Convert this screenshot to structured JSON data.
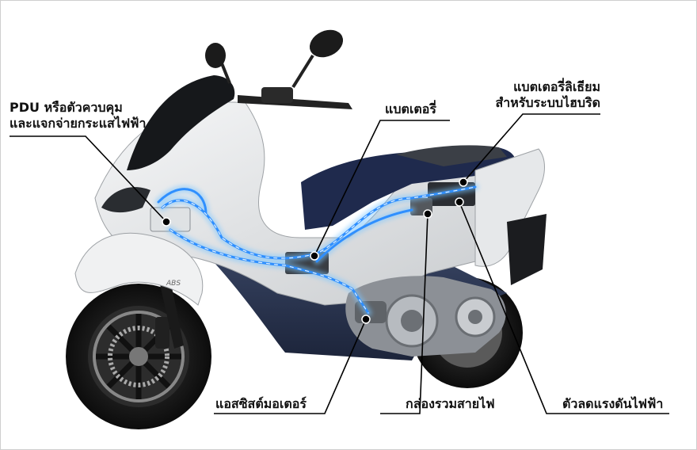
{
  "labels": {
    "pdu": [
      "PDU หรือตัวควบคุม",
      "และแจกจ่ายกระแสไฟฟ้า"
    ],
    "battery": "แบตเตอรี่",
    "lithium": [
      "แบตเตอรี่ลิเธียม",
      "สำหรับระบบไฮบริด"
    ],
    "acg_motor": "แอสซิสต์มอเตอร์",
    "junction_box": "กล่องรวมสายไฟ",
    "regulator": "ตัวลดแรงดันไฟฟ้า"
  },
  "badge_text": "ABS",
  "colors": {
    "body_white": "#e9ebec",
    "body_shadow": "#b9bcbf",
    "dark": "#1e1f22",
    "navy": "#2b3550",
    "seat": "#1f2a4d",
    "wiring": "#3aa6ff",
    "wiring_glow": "#bfe3ff",
    "leader": "#000000"
  }
}
